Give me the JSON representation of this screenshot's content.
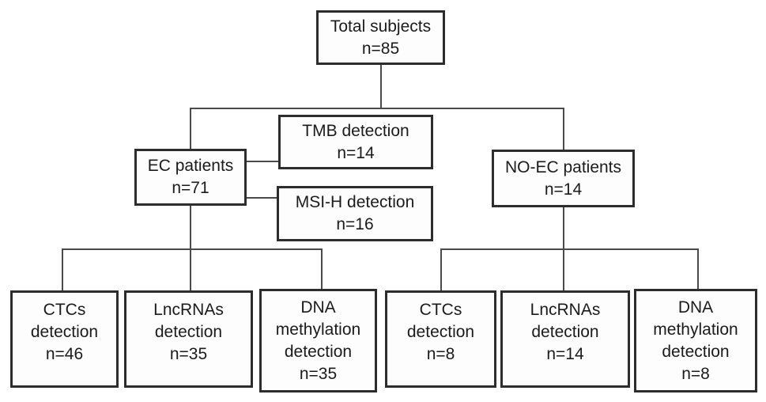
{
  "colors": {
    "page_background": "#ffffff",
    "box_background": "#fdfdfd",
    "box_border": "#2d2d2d",
    "connector_line": "#4a4a4a",
    "text": "#1b1b1b"
  },
  "nodes": {
    "total_subjects": {
      "lines": [
        "Total subjects",
        "n=85"
      ]
    },
    "ec_patients": {
      "lines": [
        "EC patients",
        "n=71"
      ]
    },
    "tmb_detection": {
      "lines": [
        "TMB detection",
        "n=14"
      ]
    },
    "msi_h_detection": {
      "lines": [
        "MSI-H detection",
        "n=16"
      ]
    },
    "no_ec_patients": {
      "lines": [
        "NO-EC patients",
        "n=14"
      ]
    },
    "ctcs_detection_ec": {
      "lines": [
        "CTCs",
        "detection",
        "n=46"
      ]
    },
    "lncrnas_detection_ec": {
      "lines": [
        "LncRNAs",
        "detection",
        "n=35"
      ]
    },
    "dna_methylation_detection_ec": {
      "lines": [
        "DNA",
        "methylation",
        "detection",
        "n=35"
      ]
    },
    "ctcs_detection_no_ec": {
      "lines": [
        "CTCs",
        "detection",
        "n=8"
      ]
    },
    "lncrnas_detection_no_ec": {
      "lines": [
        "LncRNAs",
        "detection",
        "n=14"
      ]
    },
    "dna_methylation_detection_no_ec": {
      "lines": [
        "DNA",
        "methylation",
        "detection",
        "n=8"
      ]
    }
  }
}
